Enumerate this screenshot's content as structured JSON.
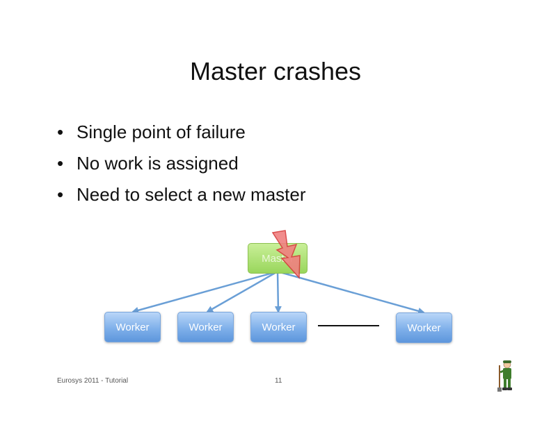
{
  "slide": {
    "title": "Master crashes",
    "bullets": [
      "Single point of failure",
      "No work is assigned",
      "Need to select a new master"
    ],
    "bullet_glyph": "•"
  },
  "diagram": {
    "master_label": "Master",
    "worker_labels": [
      "Worker",
      "Worker",
      "Worker",
      "Worker"
    ],
    "crash_icon": "lightning-bolt-icon",
    "colors": {
      "worker": "#7fb0ea",
      "master": "#a6dc6c",
      "arrow": "#6a9fd6",
      "bolt": "#e74c3c"
    }
  },
  "footer": {
    "left": "Eurosys 2011 - Tutorial",
    "page": "11"
  },
  "mascot_icon": "gardener-icon"
}
